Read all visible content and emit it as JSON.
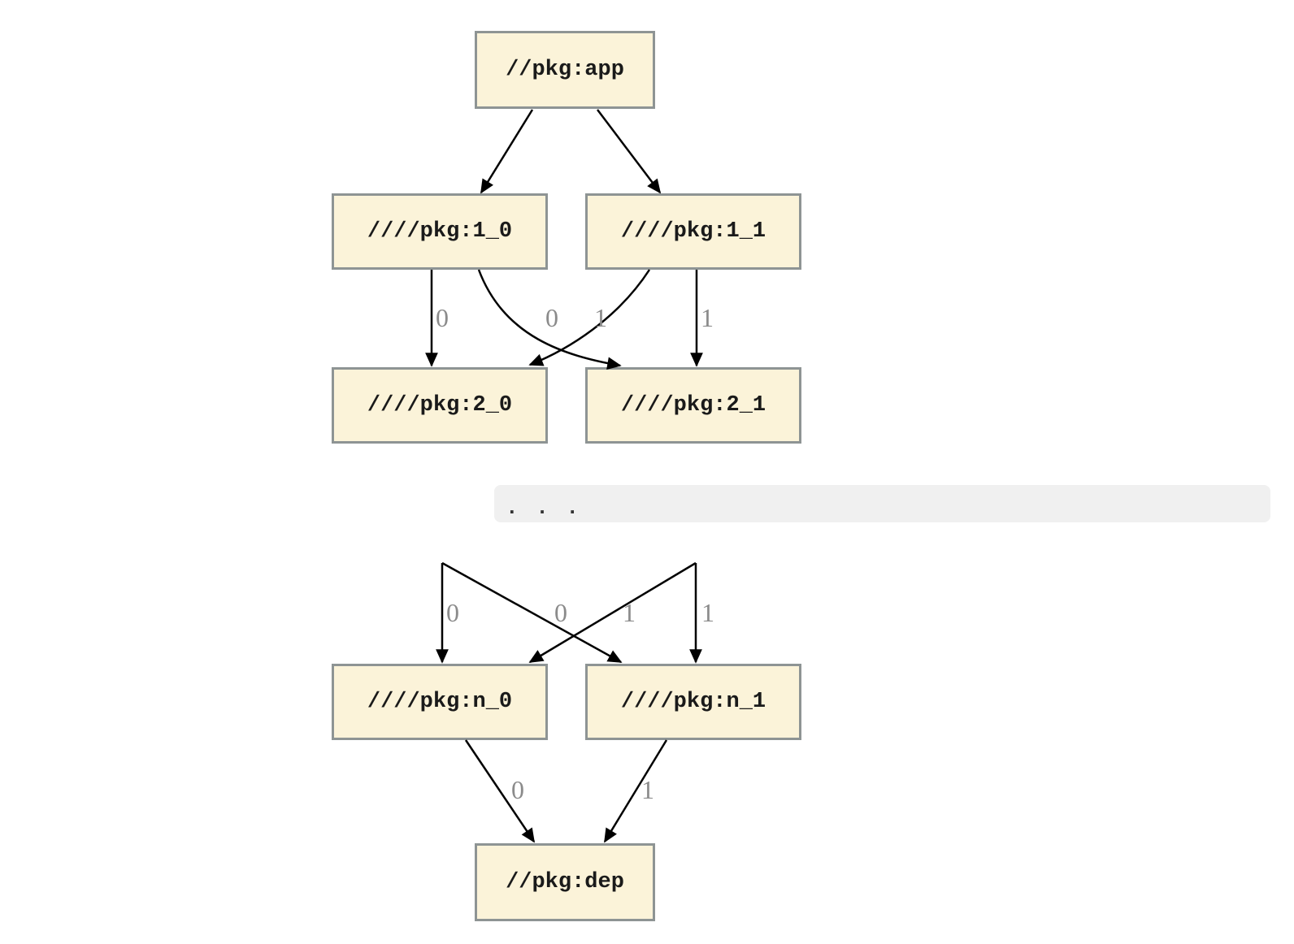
{
  "diagram": {
    "type": "dependency-graph",
    "nodes": [
      {
        "id": "app",
        "label": "//pkg:app"
      },
      {
        "id": "1_0",
        "label": "////pkg:1_0"
      },
      {
        "id": "1_1",
        "label": "////pkg:1_1"
      },
      {
        "id": "2_0",
        "label": "////pkg:2_0"
      },
      {
        "id": "2_1",
        "label": "////pkg:2_1"
      },
      {
        "id": "n_0",
        "label": "////pkg:n_0"
      },
      {
        "id": "n_1",
        "label": "////pkg:n_1"
      },
      {
        "id": "dep",
        "label": "//pkg:dep"
      }
    ],
    "ellipsis": ". . .",
    "edges": [
      {
        "from": "app",
        "to": "1_0",
        "label": ""
      },
      {
        "from": "app",
        "to": "1_1",
        "label": ""
      },
      {
        "from": "1_0",
        "to": "2_0",
        "label": "0"
      },
      {
        "from": "1_0",
        "to": "2_1",
        "label": "0"
      },
      {
        "from": "1_1",
        "to": "2_0",
        "label": "1"
      },
      {
        "from": "1_1",
        "to": "2_1",
        "label": "1"
      },
      {
        "from": "...",
        "to": "n_0",
        "label": "0"
      },
      {
        "from": "...",
        "to": "n_1",
        "label": "0"
      },
      {
        "from": "...",
        "to": "n_0",
        "label": "1"
      },
      {
        "from": "...",
        "to": "n_1",
        "label": "1"
      },
      {
        "from": "n_0",
        "to": "dep",
        "label": "0"
      },
      {
        "from": "n_1",
        "to": "dep",
        "label": "1"
      }
    ],
    "colors": {
      "node_fill": "#fbf3d9",
      "node_border": "#8e9494",
      "edge": "#000000",
      "edge_label": "#8b8b8b",
      "ellipsis_bg": "#f0f0f0",
      "ellipsis_text": "#333333"
    }
  }
}
